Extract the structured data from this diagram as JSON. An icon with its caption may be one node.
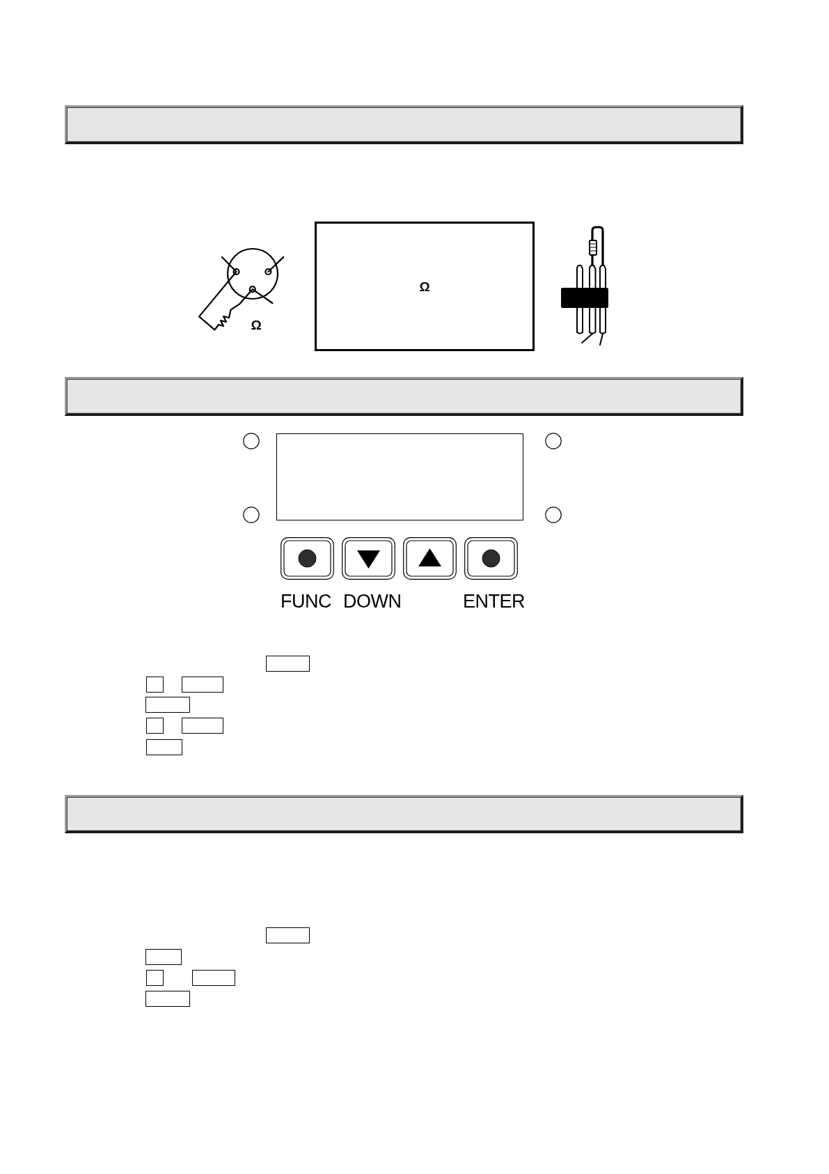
{
  "diagram": {
    "nodes": [
      {
        "text": [],
        "shape": "bar"
      },
      {
        "text": [
          "Ω"
        ]
      },
      {
        "text": [],
        "shape": "bar"
      },
      {
        "text": [],
        "shape": "box"
      },
      {
        "text": [],
        "shape": "box"
      },
      {
        "text": [],
        "shape": "box"
      },
      {
        "text": [],
        "shape": "box"
      },
      {
        "text": [],
        "shape": "box"
      },
      {
        "text": [],
        "shape": "box"
      },
      {
        "text": [],
        "shape": "box"
      },
      {
        "text": [],
        "shape": "box"
      },
      {
        "text": [],
        "shape": "bar"
      },
      {
        "text": [],
        "shape": "box"
      },
      {
        "text": [],
        "shape": "box"
      },
      {
        "text": [],
        "shape": "box"
      },
      {
        "text": [],
        "shape": "box"
      },
      {
        "text": [],
        "shape": "box"
      }
    ],
    "labels": [
      "Ω",
      "FUNC",
      "DOWN",
      "ENTER"
    ]
  }
}
